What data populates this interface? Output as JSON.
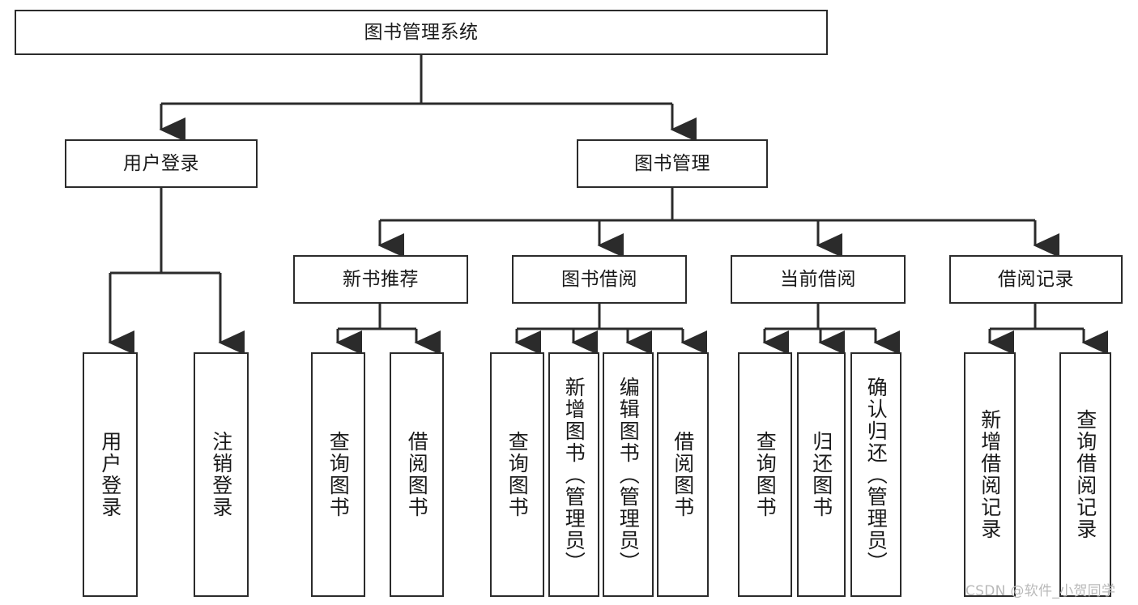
{
  "diagram": {
    "type": "tree-hierarchy-chart",
    "title": "图书管理系统",
    "orientation": "top-down",
    "colors": {
      "box_border": "#2b2b2b",
      "box_fill": "#ffffff",
      "connector": "#2b2b2b",
      "text": "#1a1a1a",
      "watermark": "#b9b9b9"
    }
  },
  "nodes": {
    "root": {
      "label": "图书管理系统"
    },
    "level2": [
      {
        "label": "用户登录"
      },
      {
        "label": "图书管理"
      }
    ],
    "level3": [
      {
        "label": "新书推荐"
      },
      {
        "label": "图书借阅"
      },
      {
        "label": "当前借阅"
      },
      {
        "label": "借阅记录"
      }
    ],
    "leaves": {
      "user_login": [
        {
          "label": "用户登录"
        },
        {
          "label": "注销登录"
        }
      ],
      "new_book_recommend": [
        {
          "label": "查询图书"
        },
        {
          "label": "借阅图书"
        }
      ],
      "book_borrow": [
        {
          "label": "查询图书"
        },
        {
          "label": "新增图书（管理员）"
        },
        {
          "label": "编辑图书（管理员）"
        },
        {
          "label": "借阅图书"
        }
      ],
      "current_borrow": [
        {
          "label": "查询图书"
        },
        {
          "label": "归还图书"
        },
        {
          "label": "确认归还（管理员）"
        }
      ],
      "borrow_record": [
        {
          "label": "新增借阅记录"
        },
        {
          "label": "查询借阅记录"
        }
      ]
    }
  },
  "watermark": {
    "text": "CSDN @软件_小贺同学"
  }
}
